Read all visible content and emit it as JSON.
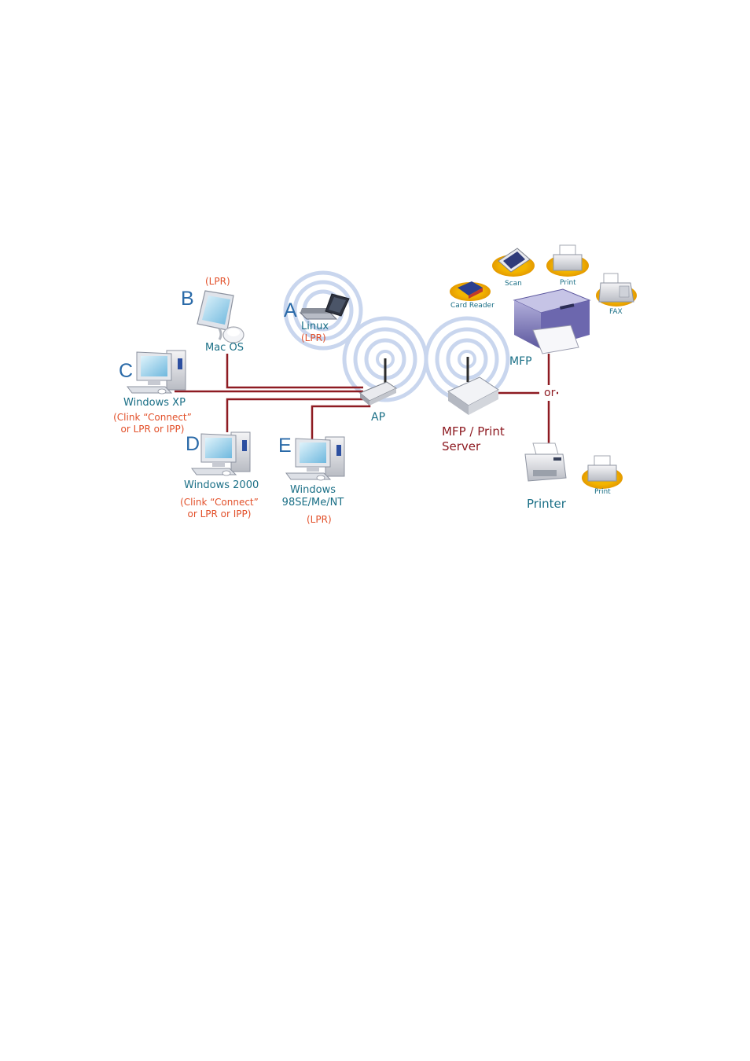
{
  "colors": {
    "cable": "#8e1b22",
    "label_teal": "#1a6f86",
    "label_orange": "#e2502a",
    "letter_blue": "#2a6aa8",
    "wave_blue": "#c9d6ee",
    "feature_badge": "#f3b500",
    "mfp_purple": "#7b77b8"
  },
  "nodes": {
    "a": {
      "letter": "A",
      "name": "Linux",
      "protocol": "(LPR)",
      "icon": "laptop-icon"
    },
    "b": {
      "letter": "B",
      "name": "Mac OS",
      "protocol": "(LPR)",
      "icon": "imac-icon"
    },
    "c": {
      "letter": "C",
      "name": "Windows XP",
      "protocol_line1": "(Clink “Connect”",
      "protocol_line2": "or LPR or IPP)",
      "icon": "desktop-pc-icon"
    },
    "d": {
      "letter": "D",
      "name": "Windows 2000",
      "protocol_line1": "(Clink “Connect”",
      "protocol_line2": "or LPR or IPP)",
      "icon": "desktop-pc-icon"
    },
    "e": {
      "letter": "E",
      "name_line1": "Windows",
      "name_line2": "98SE/Me/NT",
      "protocol": "(LPR)",
      "icon": "desktop-pc-icon"
    },
    "ap": {
      "name": "AP",
      "icon": "access-point-icon"
    },
    "server": {
      "name_line1": "MFP / Print",
      "name_line2": "Server",
      "icon": "print-server-icon"
    },
    "mfp": {
      "name": "MFP",
      "icon": "multifunction-printer-icon"
    },
    "printer": {
      "name": "Printer",
      "icon": "printer-icon"
    },
    "or_label": "or"
  },
  "features": {
    "card_reader": "Card Reader",
    "scan": "Scan",
    "print": "Print",
    "fax": "FAX",
    "printer_print": "Print"
  }
}
